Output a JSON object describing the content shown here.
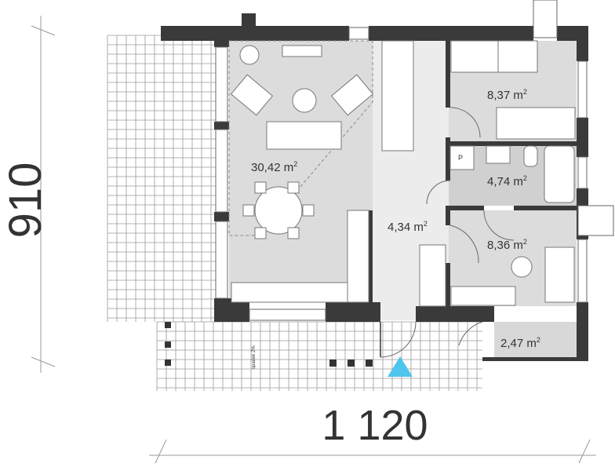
{
  "plan": {
    "dimensions": {
      "depth": "910",
      "width": "1 120"
    },
    "rooms": [
      {
        "id": "living",
        "area": "30,42 m",
        "sup": "2"
      },
      {
        "id": "bedroom-1",
        "area": "8,37 m",
        "sup": "2"
      },
      {
        "id": "bathroom",
        "area": "4,74 m",
        "sup": "2"
      },
      {
        "id": "hall",
        "area": "4,34 m",
        "sup": "2"
      },
      {
        "id": "bedroom-2",
        "area": "8,36 m",
        "sup": "2"
      },
      {
        "id": "storage",
        "area": "2,47 m",
        "sup": "2"
      }
    ],
    "boiler_label": "P",
    "slope_label": "spadek 2%",
    "entrance_marker_color": "#4ec6ec",
    "colors": {
      "wall": "#3a3a3a",
      "room_fill": "#dcdcdc",
      "hall_fill": "#ececec",
      "grid": "#9a9a9a"
    }
  }
}
